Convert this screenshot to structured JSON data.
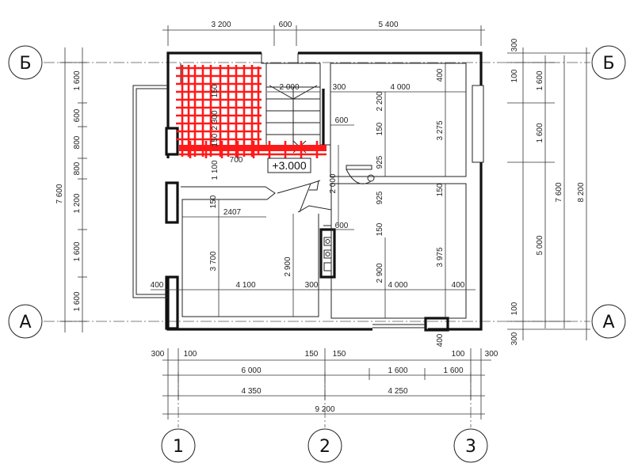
{
  "plan": {
    "axes": {
      "letters": [
        "Б",
        "Б",
        "А",
        "А"
      ],
      "numbers": [
        "1",
        "2",
        "3"
      ]
    },
    "elevation_mark": "+3.000",
    "dims_top": [
      "3 200",
      "600",
      "5 400"
    ],
    "dims_bottom_small": [
      "300",
      "100",
      "150",
      "150",
      "100",
      "300"
    ],
    "dims_bottom_row1": [
      "6 000",
      "1 600",
      "1 600"
    ],
    "dims_bottom_row2": [
      "4 350",
      "4 250"
    ],
    "dims_bottom_total": "9 200",
    "dims_left_chain": [
      "1 600",
      "600",
      "800",
      "800",
      "1 200",
      "1 600",
      "1 600"
    ],
    "dims_left_total": "7 600",
    "dims_right_small": [
      "300",
      "100",
      "100",
      "300"
    ],
    "dims_right_chain": [
      "1 600",
      "1 600",
      "5 000"
    ],
    "dims_right_mid": "7 600",
    "dims_right_total": "8 200",
    "dims_inner": {
      "stair": "2 000",
      "upper_right_w": "4 000",
      "upper_right_h": "3 275",
      "d300a": "300",
      "d2200": "2 200",
      "d600a": "600",
      "d150a": "150",
      "d400a": "400",
      "d925a": "925",
      "d925b": "925",
      "d2000v": "2 000",
      "d150b": "150",
      "d150c": "150",
      "d600b": "600",
      "d2407": "2407",
      "d150d": "150",
      "d3700": "3 700",
      "d2900a": "2 900",
      "d2900b": "2 900",
      "d3975": "3 975",
      "d400b": "400",
      "d4100": "4 100",
      "d300b": "300",
      "d4000b": "4 000",
      "d400c": "400",
      "d400d": "400",
      "bath_a": "2 300",
      "bath_b": "150",
      "bath_c": "150",
      "bath_d": "1 100",
      "bath_e": "700"
    }
  }
}
